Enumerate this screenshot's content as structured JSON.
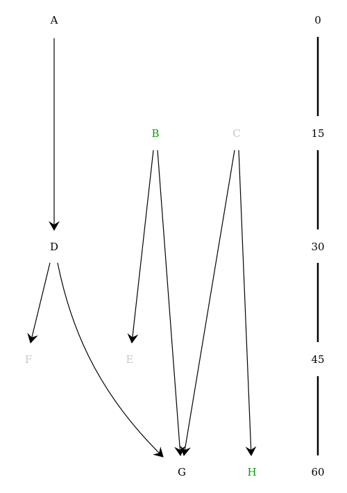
{
  "colors": {
    "normal": "#000000",
    "highlight": "#0a9a0a",
    "faded": "#c8c8c8"
  },
  "nodes": {
    "A": {
      "label": "A",
      "state": "normal"
    },
    "B": {
      "label": "B",
      "state": "highlight"
    },
    "C": {
      "label": "C",
      "state": "faded"
    },
    "D": {
      "label": "D",
      "state": "normal"
    },
    "E": {
      "label": "E",
      "state": "faded"
    },
    "F": {
      "label": "F",
      "state": "faded"
    },
    "G": {
      "label": "G",
      "state": "normal"
    },
    "H": {
      "label": "H",
      "state": "highlight"
    }
  },
  "edges": [
    {
      "from": "A",
      "to": "D"
    },
    {
      "from": "D",
      "to": "F"
    },
    {
      "from": "D",
      "to": "G"
    },
    {
      "from": "B",
      "to": "E"
    },
    {
      "from": "B",
      "to": "G"
    },
    {
      "from": "C",
      "to": "G"
    },
    {
      "from": "C",
      "to": "H"
    }
  ],
  "time_scale": {
    "ticks": [
      "0",
      "15",
      "30",
      "45",
      "60"
    ]
  }
}
